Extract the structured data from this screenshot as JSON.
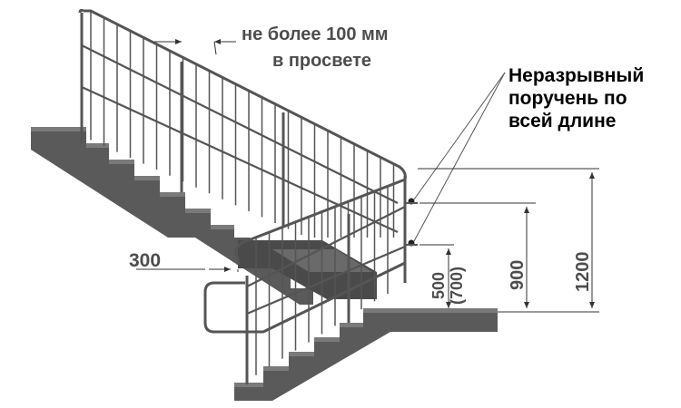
{
  "labels": {
    "gap_line1": "не более 100 мм",
    "gap_line2": "в просвете",
    "handrail_line1": "Неразрывный",
    "handrail_line2": "поручень по",
    "handrail_line3": "всей длине",
    "dim_300": "300",
    "dim_500": "500",
    "dim_700": "(700)",
    "dim_900": "900",
    "dim_1200": "1200"
  },
  "colors": {
    "stair_fill": "#5a5a5a",
    "step_edge": "#3c3c3c",
    "rail_stroke": "#555555",
    "rail_fill": "#ffffff",
    "label_gray": "#4d4d4d",
    "label_black": "#000000",
    "dim_line": "#333333"
  }
}
